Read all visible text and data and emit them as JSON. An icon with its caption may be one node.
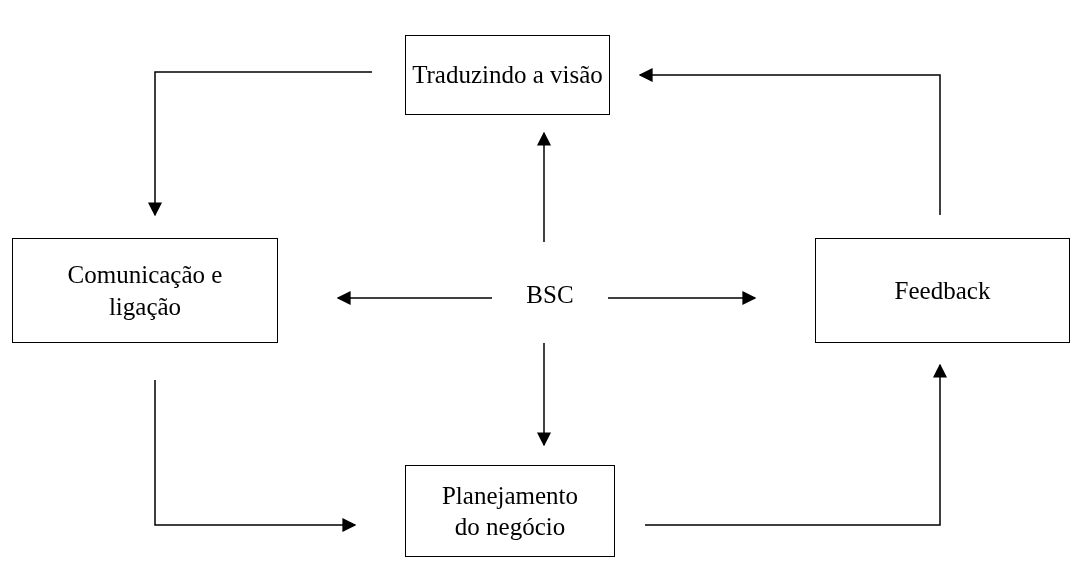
{
  "diagram": {
    "nodes": [
      {
        "text": [
          "Traduzindo a visão"
        ]
      },
      {
        "text": [
          "Comunicação e ligação"
        ]
      },
      {
        "text": [
          "BSC"
        ]
      },
      {
        "text": [
          "Feedback"
        ]
      },
      {
        "text": [
          "Planejamento do negócio"
        ]
      }
    ],
    "edges": [
      {
        "from": 2,
        "to": 0,
        "arrow": "to"
      },
      {
        "from": 2,
        "to": 1,
        "arrow": "to"
      },
      {
        "from": 2,
        "to": 3,
        "arrow": "to"
      },
      {
        "from": 2,
        "to": 4,
        "arrow": "to"
      },
      {
        "from": 0,
        "to": 1,
        "arrow": "to"
      },
      {
        "from": 1,
        "to": 4,
        "arrow": "to"
      },
      {
        "from": 4,
        "to": 3,
        "arrow": "to"
      },
      {
        "from": 3,
        "to": 0,
        "arrow": "to"
      }
    ]
  }
}
